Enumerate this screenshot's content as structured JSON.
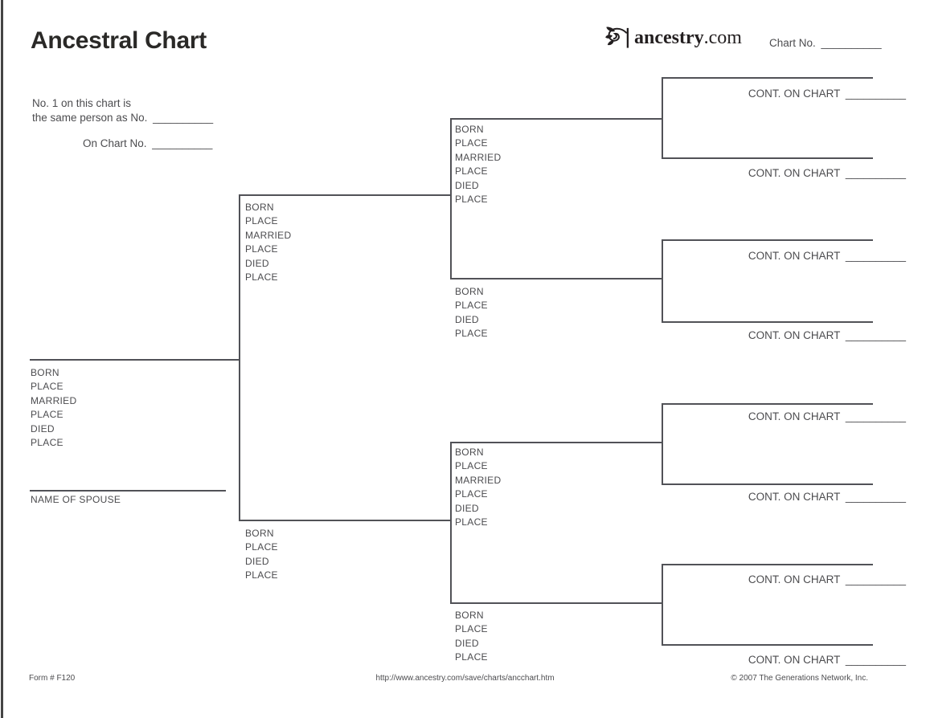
{
  "page": {
    "title": "Ancestral Chart",
    "logo": {
      "brand_bold": "ancestry",
      "brand_suffix": ".com"
    },
    "chart_no_label": "Chart No.",
    "blank": "__________"
  },
  "intro": {
    "line1": "No. 1 on this chart is",
    "line2": "the same person as No.",
    "line3": "On Chart No."
  },
  "persons": {
    "person1": {
      "fields": [
        "BORN",
        "PLACE",
        "MARRIED",
        "PLACE",
        "DIED",
        "PLACE"
      ],
      "spouse_label": "NAME OF SPOUSE"
    },
    "father": {
      "fields": [
        "BORN",
        "PLACE",
        "MARRIED",
        "PLACE",
        "DIED",
        "PLACE"
      ]
    },
    "mother": {
      "fields": [
        "BORN",
        "PLACE",
        "DIED",
        "PLACE"
      ]
    },
    "paternal_grandfather": {
      "fields": [
        "BORN",
        "PLACE",
        "MARRIED",
        "PLACE",
        "DIED",
        "PLACE"
      ]
    },
    "paternal_grandmother": {
      "fields": [
        "BORN",
        "PLACE",
        "DIED",
        "PLACE"
      ]
    },
    "maternal_grandfather": {
      "fields": [
        "BORN",
        "PLACE",
        "MARRIED",
        "PLACE",
        "DIED",
        "PLACE"
      ]
    },
    "maternal_grandmother": {
      "fields": [
        "BORN",
        "PLACE",
        "DIED",
        "PLACE"
      ]
    }
  },
  "gen4": {
    "entries": [
      {
        "label": "CONT. ON CHART"
      },
      {
        "label": "CONT. ON CHART"
      },
      {
        "label": "CONT. ON CHART"
      },
      {
        "label": "CONT. ON CHART"
      },
      {
        "label": "CONT. ON CHART"
      },
      {
        "label": "CONT. ON CHART"
      },
      {
        "label": "CONT. ON CHART"
      },
      {
        "label": "CONT. ON CHART"
      }
    ]
  },
  "footer": {
    "form_number": "Form # F120",
    "url": "http://www.ancestry.com/save/charts/ancchart.htm",
    "copyright": "© 2007 The Generations Network, Inc."
  },
  "colors": {
    "line": "#515257",
    "text": "#4c4c4f",
    "title-color": "#2a2927",
    "brand": "#231f20"
  }
}
